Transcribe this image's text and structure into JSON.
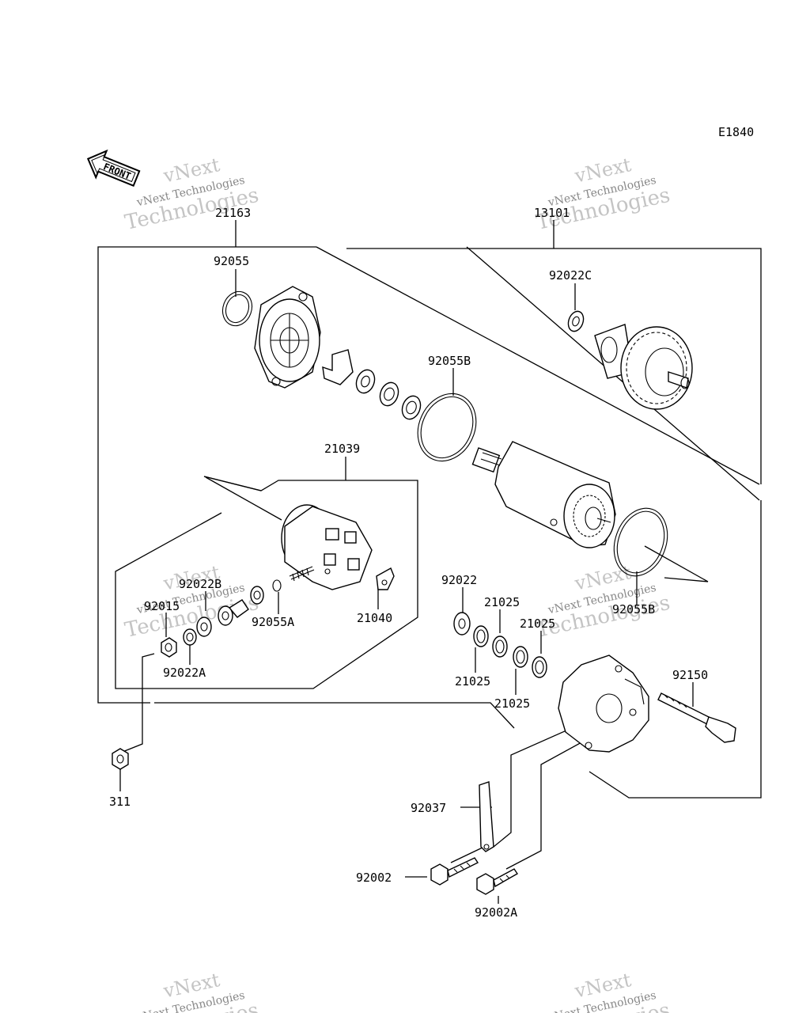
{
  "diagram": {
    "figure_code": "E1840",
    "front_arrow_label": "FRONT",
    "watermark": {
      "line1": "vNext",
      "line2": "vNext Technologies",
      "line3": "Technologies"
    },
    "part_labels": {
      "p21163": "21163",
      "p13101": "13101",
      "p92055": "92055",
      "p92022C": "92022C",
      "p92055B": "92055B",
      "p21039": "21039",
      "p92022B": "92022B",
      "p92015": "92015",
      "p92055A": "92055A",
      "p21040": "21040",
      "p92022A": "92022A",
      "p92022": "92022",
      "p21025a": "21025",
      "p21025b": "21025",
      "p21025c": "21025",
      "p21025d": "21025",
      "p92055B_2": "92055B",
      "p92150": "92150",
      "p311": "311",
      "p92037": "92037",
      "p92002": "92002",
      "p92002A": "92002A"
    }
  }
}
